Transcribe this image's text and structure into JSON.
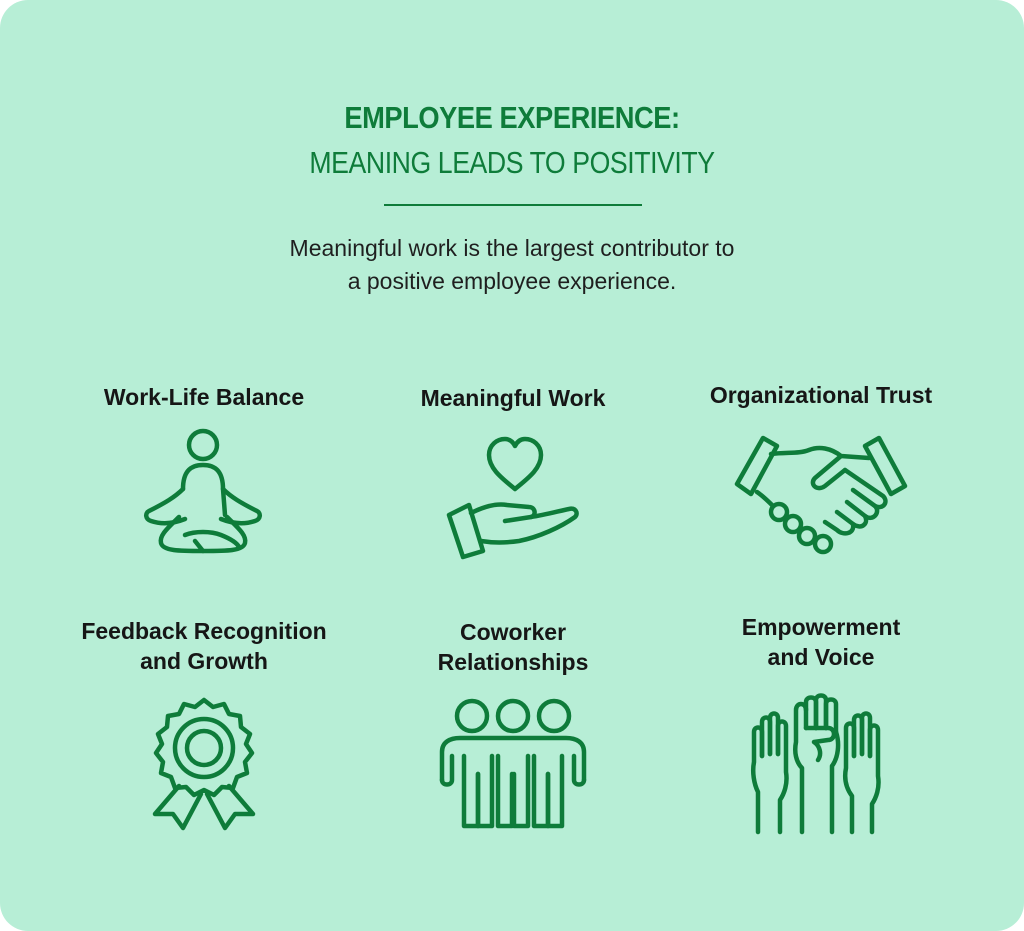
{
  "header": {
    "title": "EMPLOYEE EXPERIENCE:",
    "subtitle": "MEANING LEADS TO POSITIVITY",
    "intro_line1": "Meaningful work is the largest contributor to",
    "intro_line2": "a positive employee experience."
  },
  "items": [
    {
      "line1": "Work-Life Balance",
      "line2": "",
      "icon": "meditation-icon"
    },
    {
      "line1": "Meaningful Work",
      "line2": "",
      "icon": "heart-in-hand-icon"
    },
    {
      "line1": "Organizational Trust",
      "line2": "",
      "icon": "handshake-icon"
    },
    {
      "line1": "Feedback Recognition",
      "line2": "and Growth",
      "icon": "award-badge-icon"
    },
    {
      "line1": "Coworker",
      "line2": "Relationships",
      "icon": "group-of-people-icon"
    },
    {
      "line1": "Empowerment",
      "line2": "and Voice",
      "icon": "raised-hands-fist-icon"
    }
  ],
  "colors": {
    "background": "#b7eed6",
    "accent": "#0e7c3a",
    "text": "#161616"
  }
}
